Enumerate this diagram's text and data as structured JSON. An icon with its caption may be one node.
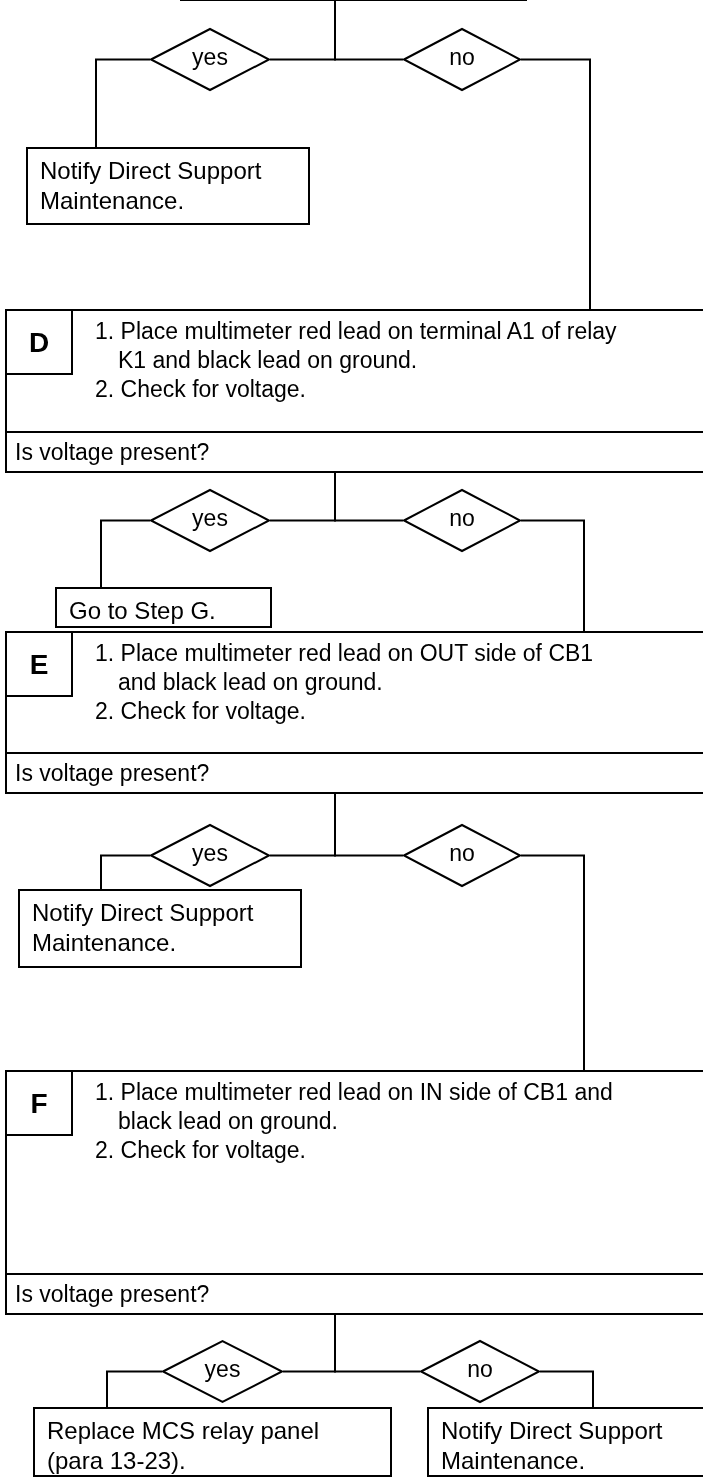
{
  "diagram": {
    "nodes": [
      {
        "text": [],
        "shape": "box"
      },
      {
        "text": [
          "yes"
        ]
      },
      {
        "text": [
          "no"
        ]
      },
      {
        "text": [
          "Notify Direct Support Maintenance."
        ]
      },
      {
        "text": [
          "D",
          "1. Place multimeter red lead on terminal A1 of relay K1 and black lead on ground.",
          "2. Check for voltage.",
          "Is voltage present?"
        ]
      },
      {
        "text": [
          "yes"
        ]
      },
      {
        "text": [
          "no"
        ]
      },
      {
        "text": [
          "Go to Step G."
        ]
      },
      {
        "text": [
          "E",
          "1. Place multimeter red lead on OUT side of CB1 and black lead on ground.",
          "2. Check for voltage.",
          "Is voltage present?"
        ]
      },
      {
        "text": [
          "yes"
        ]
      },
      {
        "text": [
          "no"
        ]
      },
      {
        "text": [
          "Notify Direct Support Maintenance."
        ]
      },
      {
        "text": [
          "F",
          "1. Place multimeter red lead on IN side of CB1 and black lead on ground.",
          "2. Check for voltage.",
          "Is voltage present?"
        ]
      },
      {
        "text": [
          "yes"
        ]
      },
      {
        "text": [
          "no"
        ]
      },
      {
        "text": [
          "Replace MCS relay panel (para 13‑23)."
        ]
      },
      {
        "text": [
          "Notify Direct Support Maintenance."
        ]
      }
    ],
    "edges": [
      {
        "from": 0,
        "to": 1,
        "arrow": "none"
      },
      {
        "from": 0,
        "to": 2,
        "arrow": "none"
      },
      {
        "from": 1,
        "to": 3,
        "arrow": "none"
      },
      {
        "from": 2,
        "to": 4,
        "arrow": "none"
      },
      {
        "from": 4,
        "to": 5,
        "arrow": "none"
      },
      {
        "from": 4,
        "to": 6,
        "arrow": "none"
      },
      {
        "from": 5,
        "to": 7,
        "arrow": "none"
      },
      {
        "from": 6,
        "to": 8,
        "arrow": "none"
      },
      {
        "from": 8,
        "to": 9,
        "arrow": "none"
      },
      {
        "from": 8,
        "to": 10,
        "arrow": "none"
      },
      {
        "from": 9,
        "to": 11,
        "arrow": "none"
      },
      {
        "from": 10,
        "to": 12,
        "arrow": "none"
      },
      {
        "from": 12,
        "to": 13,
        "arrow": "none"
      },
      {
        "from": 12,
        "to": 14,
        "arrow": "none"
      },
      {
        "from": 13,
        "to": 15,
        "arrow": "none"
      },
      {
        "from": 14,
        "to": 16,
        "arrow": "none"
      }
    ]
  }
}
